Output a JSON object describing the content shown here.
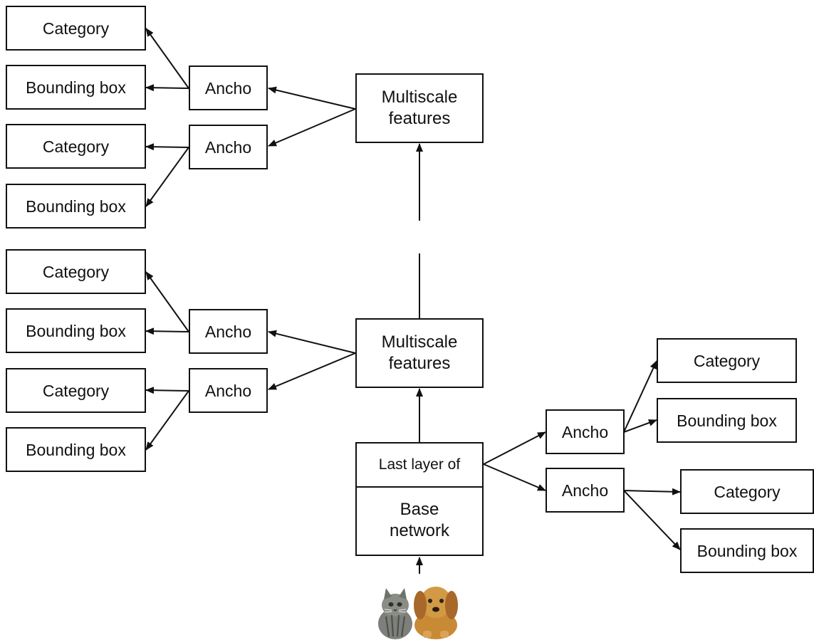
{
  "diagram": {
    "upper": {
      "features_label": "Multiscale features",
      "anchors": [
        {
          "label": "Ancho",
          "category": "Category",
          "bbox": "Bounding box"
        },
        {
          "label": "Ancho",
          "category": "Category",
          "bbox": "Bounding box"
        }
      ]
    },
    "middle": {
      "features_label": "Multiscale features",
      "anchors": [
        {
          "label": "Ancho",
          "category": "Category",
          "bbox": "Bounding box"
        },
        {
          "label": "Ancho",
          "category": "Category",
          "bbox": "Bounding box"
        }
      ]
    },
    "base": {
      "last_layer_label": "Last layer of",
      "network_label": "Base network",
      "anchors": [
        {
          "label": "Ancho",
          "category": "Category",
          "bbox": "Bounding box"
        },
        {
          "label": "Ancho",
          "category": "Category",
          "bbox": "Bounding box"
        }
      ]
    },
    "input_image": "cat-and-dog-photo"
  }
}
